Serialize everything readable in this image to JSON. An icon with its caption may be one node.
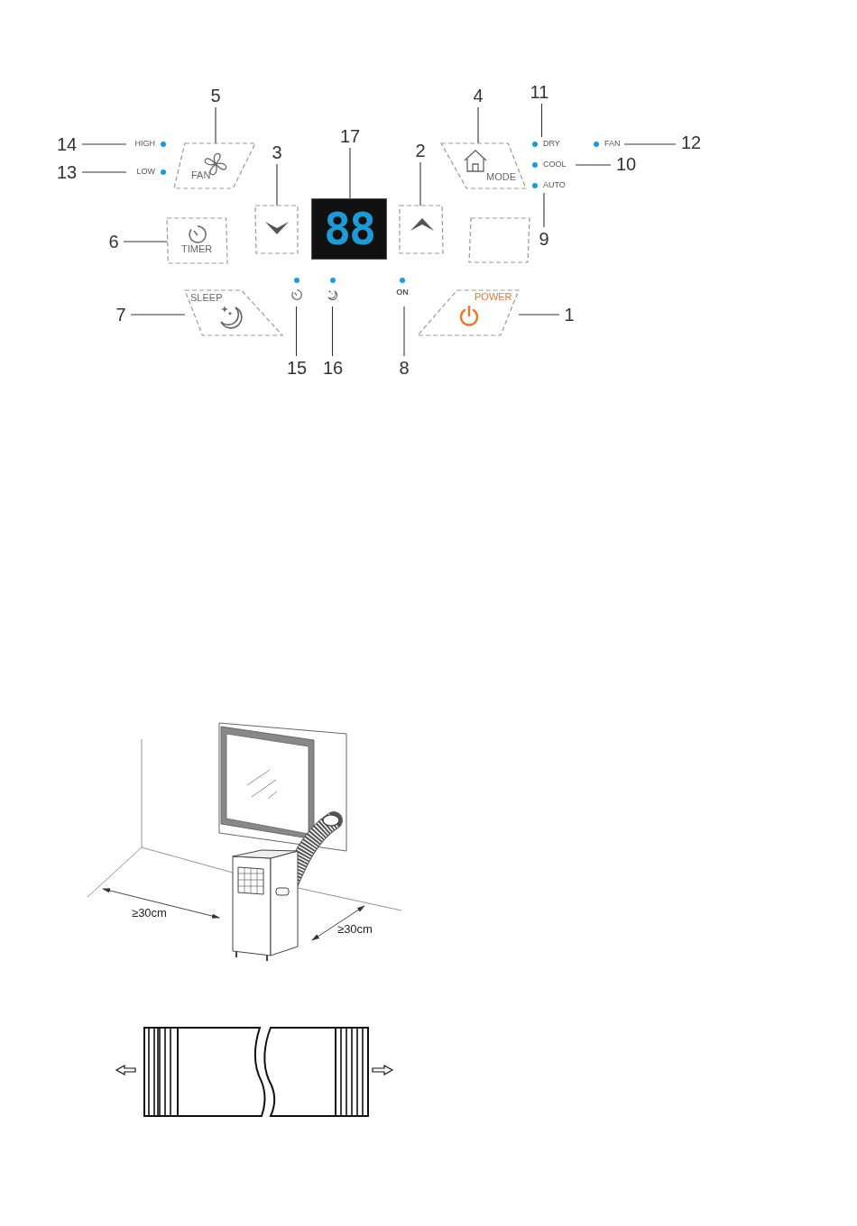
{
  "diagram": {
    "nodes": [
      {
        "text": [
          "14"
        ]
      },
      {
        "text": [
          "13"
        ]
      },
      {
        "text": [
          "5"
        ]
      },
      {
        "text": [
          "3"
        ]
      },
      {
        "text": [
          "17"
        ]
      },
      {
        "text": [
          "2"
        ]
      },
      {
        "text": [
          "4"
        ]
      },
      {
        "text": [
          "11"
        ]
      },
      {
        "text": [
          "12"
        ]
      },
      {
        "text": [
          "10"
        ]
      },
      {
        "text": [
          "9"
        ]
      },
      {
        "text": [
          "6"
        ]
      },
      {
        "text": [
          "7"
        ]
      },
      {
        "text": [
          "1"
        ]
      },
      {
        "text": [
          "15"
        ]
      },
      {
        "text": [
          "16"
        ]
      },
      {
        "text": [
          "8"
        ]
      },
      {
        "text": [
          "HIGH"
        ]
      },
      {
        "text": [
          "LOW"
        ]
      },
      {
        "text": [
          "FAN"
        ]
      },
      {
        "text": [],
        "shape": "box"
      },
      {
        "text": [
          "88"
        ]
      },
      {
        "text": [],
        "shape": "box"
      },
      {
        "text": [
          "MODE"
        ]
      },
      {
        "text": [
          "DRY"
        ]
      },
      {
        "text": [
          "FAN"
        ]
      },
      {
        "text": [
          "COOL"
        ]
      },
      {
        "text": [
          "AUTO"
        ]
      },
      {
        "text": [],
        "shape": "box"
      },
      {
        "text": [
          "TIMER"
        ]
      },
      {
        "text": [
          "SLEEP"
        ]
      },
      {
        "text": [
          "POWER"
        ]
      },
      {
        "text": [],
        "shape": "picture"
      },
      {
        "text": [],
        "shape": "picture"
      },
      {
        "text": [
          "ON"
        ]
      }
    ],
    "edges": [
      {
        "from": 0,
        "to": 17,
        "arrow": "none"
      },
      {
        "from": 1,
        "to": 18,
        "arrow": "none"
      },
      {
        "from": 2,
        "to": 19,
        "arrow": "none"
      },
      {
        "from": 3,
        "to": 20,
        "arrow": "none"
      },
      {
        "from": 4,
        "to": 21,
        "arrow": "none"
      },
      {
        "from": 5,
        "to": 22,
        "arrow": "none"
      },
      {
        "from": 6,
        "to": 23,
        "arrow": "none"
      },
      {
        "from": 7,
        "to": 24,
        "arrow": "none"
      },
      {
        "from": 8,
        "to": 25,
        "arrow": "none"
      },
      {
        "from": 9,
        "to": 26,
        "arrow": "none"
      },
      {
        "from": 10,
        "to": 27,
        "arrow": "none"
      },
      {
        "from": 11,
        "to": 29,
        "arrow": "none"
      },
      {
        "from": 12,
        "to": 30,
        "arrow": "none"
      },
      {
        "from": 13,
        "to": 31,
        "arrow": "none"
      },
      {
        "from": 14,
        "to": 32,
        "arrow": "none"
      },
      {
        "from": 15,
        "to": 33,
        "arrow": "none"
      },
      {
        "from": 16,
        "to": 34,
        "arrow": "none"
      }
    ],
    "labels": [
      "≥30cm",
      "≥30cm"
    ]
  }
}
